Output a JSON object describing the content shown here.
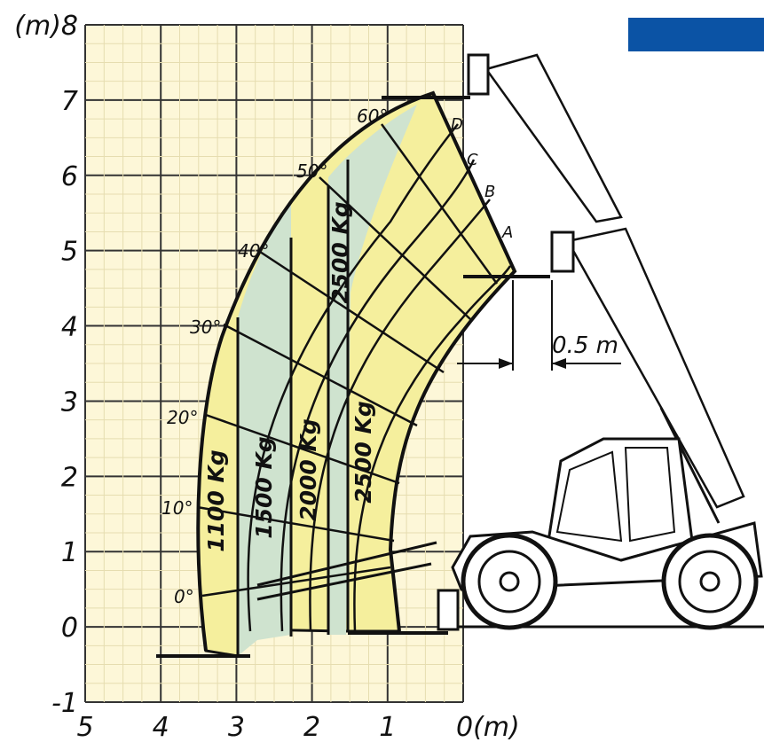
{
  "chart_data": {
    "type": "load_chart",
    "y_axis_title": "(m)8",
    "x_axis_title": "0(m)",
    "y_ticks": [
      "-1",
      "0",
      "1",
      "2",
      "3",
      "4",
      "5",
      "6",
      "7",
      "(m)8"
    ],
    "x_ticks": [
      "5",
      "4",
      "3",
      "2",
      "1",
      "0(m)"
    ],
    "ylim": [
      -1,
      8
    ],
    "xlim": [
      5,
      0
    ],
    "grid": true,
    "angle_lines": [
      {
        "label": "0°",
        "angle": 0
      },
      {
        "label": "10°",
        "angle": 10
      },
      {
        "label": "20°",
        "angle": 20
      },
      {
        "label": "30°",
        "angle": 30
      },
      {
        "label": "40°",
        "angle": 40
      },
      {
        "label": "50°",
        "angle": 50
      },
      {
        "label": "60°",
        "angle": 60
      }
    ],
    "extension_arcs": [
      "A",
      "B",
      "C",
      "D"
    ],
    "load_zones": [
      {
        "label": "1100 Kg",
        "outer_reach_m": 3.4,
        "color": "#f5ef9d"
      },
      {
        "label": "1500 Kg",
        "outer_reach_m": 2.95,
        "color": "#cfe3cf"
      },
      {
        "label": "2000 Kg",
        "outer_reach_m": 2.3,
        "color": "#f5ef9d"
      },
      {
        "label": "2500 Kg",
        "outer_reach_m": 1.8,
        "color": "#cfe3cf"
      },
      {
        "label": "2500 Kg",
        "outer_reach_m": 1.55,
        "color": "#f5ef9d"
      }
    ],
    "dimension": {
      "label": "0.5 m",
      "value_m": 0.5
    },
    "max_lift_height_m": 7.1
  },
  "colors": {
    "grid_background": "#fdf7d8",
    "grid_lines": "#333333",
    "zone_yellow": "#f5ef9d",
    "zone_green": "#cfe3cf",
    "brand_bar": "#0b53a5"
  }
}
